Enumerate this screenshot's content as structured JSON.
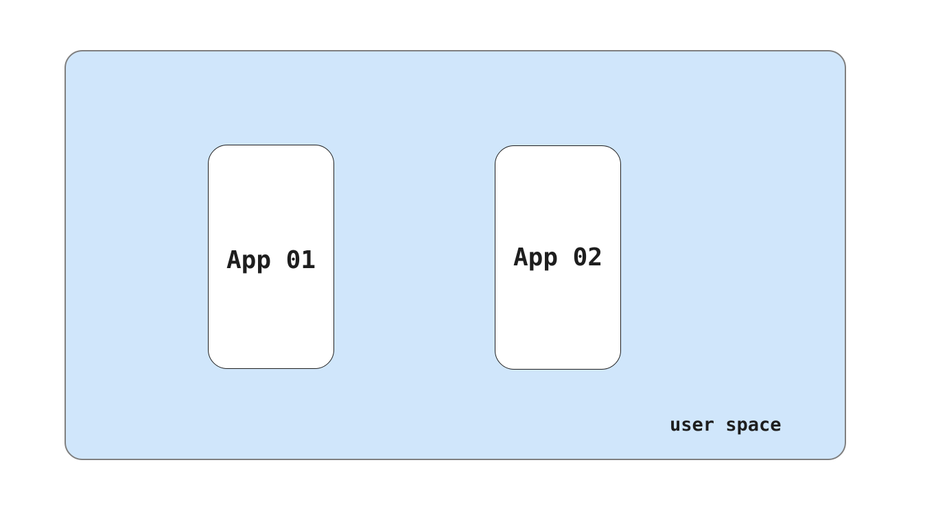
{
  "colors": {
    "user_space_fill": "#d0e6fb",
    "user_space_border": "#7f7f7f",
    "app_fill": "#ffffff",
    "app_border": "#1e1e1e",
    "text": "#1e1e1e"
  },
  "diagram": {
    "container": {
      "label": "user space"
    },
    "apps": [
      {
        "label": "App 01"
      },
      {
        "label": "App 02"
      }
    ]
  }
}
